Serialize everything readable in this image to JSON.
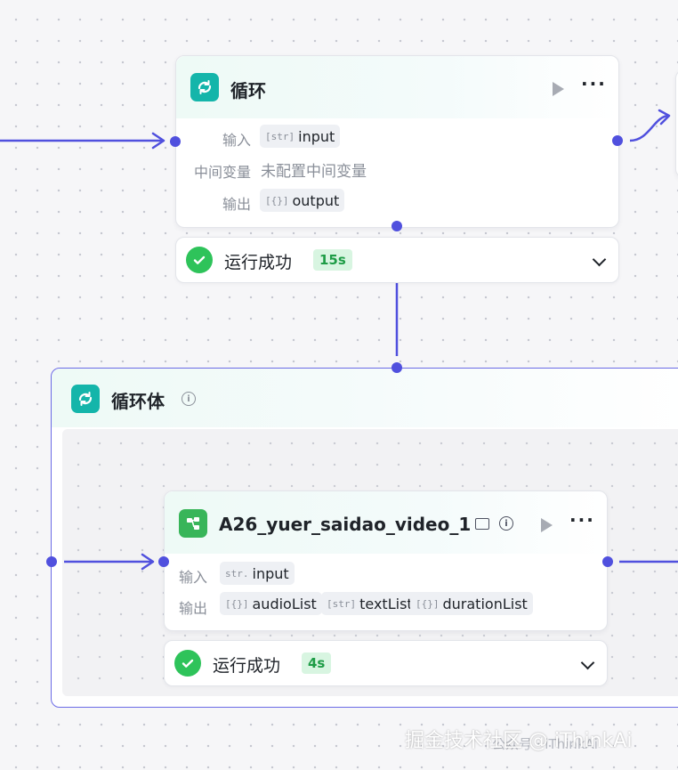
{
  "loop_node": {
    "title": "循环",
    "input_label": "输入",
    "input_tag": "[str]",
    "input_value": "input",
    "mid_label": "中间变量",
    "mid_value": "未配置中间变量",
    "output_label": "输出",
    "output_tag": "[{}]",
    "output_value": "output",
    "icon": "loop-icon"
  },
  "loop_status": {
    "text": "运行成功",
    "duration": "15s"
  },
  "loop_body": {
    "title": "循环体",
    "icon": "loop-icon"
  },
  "video_node": {
    "title": "A26_yuer_saidao_video_1",
    "icon": "workflow-icon",
    "input_label": "输入",
    "input_tag": "str.",
    "input_value": "input",
    "output_label": "输出",
    "outputs": [
      {
        "tag": "[{}]",
        "value": "audioList"
      },
      {
        "tag": "[str]",
        "value": "textList"
      },
      {
        "tag": "[{}]",
        "value": "durationList"
      }
    ]
  },
  "video_status": {
    "text": "运行成功",
    "duration": "4s"
  },
  "watermark": {
    "text": "掘金技术社区 @ iThinkAi",
    "faint": "公众号 · iThinkAi"
  },
  "colors": {
    "accent": "#5050de",
    "teal": "#14b5aa",
    "green": "#38b559",
    "success": "#2ec35a"
  }
}
